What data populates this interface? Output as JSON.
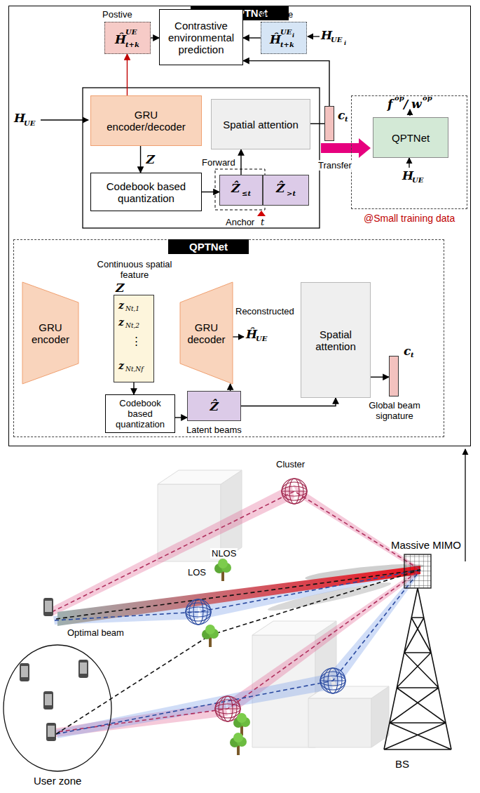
{
  "diagram": {
    "nodes": [
      {
        "text": [
          "SE-QPTNet"
        ]
      },
      {
        "text": [
          "Postive",
          "Ĥ",
          "UE",
          "t+k"
        ],
        "in": 0
      },
      {
        "text": [
          "Contrastive environmental prediction"
        ],
        "in": 0
      },
      {
        "text": [
          "Negative",
          "Ĥ",
          "UE",
          "i",
          "t+k"
        ],
        "in": 0
      },
      {
        "text": [
          "GRU encoder/decoder"
        ],
        "in": 0
      },
      {
        "text": [
          "Spatial attention"
        ],
        "in": 0
      },
      {
        "text": [
          "Codebook based quantization"
        ],
        "in": 0
      },
      {
        "text": [
          "Ẑ",
          "≤t"
        ],
        "in": 0
      },
      {
        "text": [
          "Ẑ",
          ">t"
        ],
        "in": 0
      },
      {
        "text": [
          "c",
          "t"
        ],
        "in": 0
      },
      {
        "text": [
          "@Small training data"
        ],
        "in": 0
      },
      {
        "text": [
          "QPTNet"
        ],
        "in": 10
      },
      {
        "text": [
          "QPTNet"
        ],
        "in": 0
      },
      {
        "text": [
          "GRU encoder"
        ],
        "in": 12
      },
      {
        "text": [
          "Continuous spatial feature",
          "Z",
          "z",
          "Nt,1",
          "z",
          "Nt,2",
          "⋮",
          "z",
          "Nt,Nf"
        ],
        "in": 12
      },
      {
        "text": [
          "GRU decoder"
        ],
        "in": 12
      },
      {
        "text": [
          "Codebook based quantization"
        ],
        "in": 12
      },
      {
        "text": [
          "Ẑ",
          "Latent beams"
        ],
        "in": 12
      },
      {
        "text": [
          "Spatial attention"
        ],
        "in": 12
      },
      {
        "text": [
          "c",
          "t",
          "Global beam signature"
        ],
        "in": 12
      },
      {
        "text": [
          "User zone"
        ]
      }
    ],
    "edges": [
      {
        "from": 1,
        "to": 2,
        "arrow": "to"
      },
      {
        "from": 3,
        "to": 2,
        "arrow": "to"
      },
      {
        "from": 9,
        "to": 2,
        "arrow": "to"
      },
      {
        "from": 4,
        "to": 1,
        "arrow": "to"
      },
      {
        "from": 4,
        "to": 6,
        "arrow": "to",
        "label": "Z"
      },
      {
        "from": 6,
        "to": 7,
        "arrow": "to"
      },
      {
        "from": 7,
        "to": 5,
        "arrow": "to",
        "label": "Forward"
      },
      {
        "from": 5,
        "to": 9,
        "arrow": "none"
      },
      {
        "from": 14,
        "to": 16,
        "arrow": "to"
      },
      {
        "from": 16,
        "to": 17,
        "arrow": "to"
      },
      {
        "from": 17,
        "to": 15,
        "arrow": "to"
      },
      {
        "from": 17,
        "to": 18,
        "arrow": "to"
      },
      {
        "from": 18,
        "to": 19,
        "arrow": "to"
      }
    ],
    "labels": [
      "H",
      "UE",
      "H",
      "UE",
      "i",
      "Anchor",
      "t",
      "Transfer",
      "f",
      "op",
      "/",
      "w",
      "op",
      "H",
      "UE",
      "Reconstructed",
      "Ĥ",
      "UE",
      "Cluster",
      "NLOS",
      "LOS",
      "Optimal beam",
      "Massive MIMO",
      "BS"
    ]
  }
}
